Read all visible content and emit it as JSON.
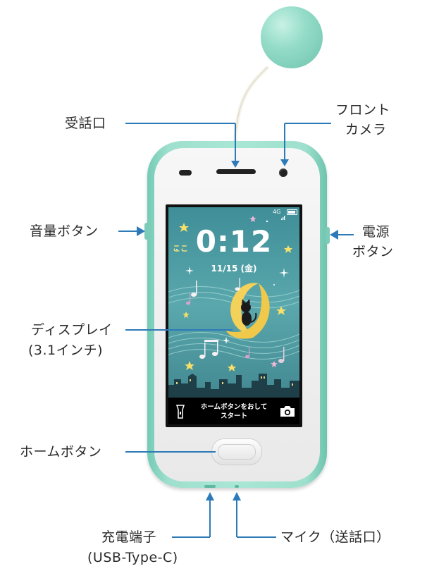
{
  "labels": {
    "earpiece": "受話口",
    "front_camera_line1": "フロント",
    "front_camera_line2": "カメラ",
    "volume": "音量ボタン",
    "power_line1": "電源",
    "power_line2": "ボタン",
    "display_line1": "ディスプレイ",
    "display_line2": "(3.1インチ)",
    "home": "ホームボタン",
    "charge_line1": "充電端子",
    "charge_line2": "(USB-Type-C)",
    "mic": "マイク（送話口）"
  },
  "screen": {
    "network": "4G",
    "time": "0:12",
    "date": "11/15 (金)",
    "greeting": "ここ",
    "start_line1": "ホームボタンをおして",
    "start_line2": "スタート"
  },
  "colors": {
    "annotation_line": "#2d7ab8",
    "device_body": "#a9e6d5",
    "screen_bg": "#4f9ea4"
  }
}
